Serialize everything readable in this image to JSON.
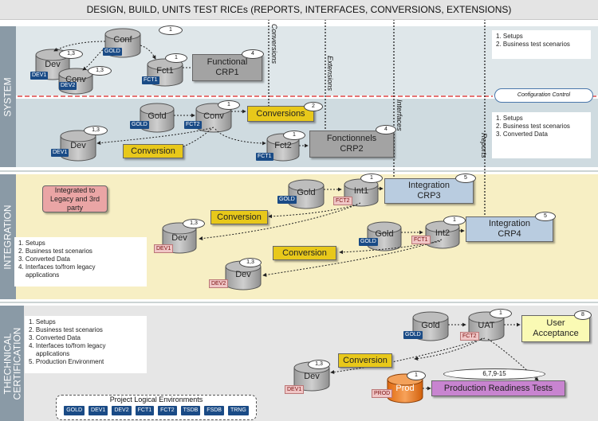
{
  "banner": "DESIGN, BUILD, UNITS TEST RICEs (REPORTS, INTERFACES, CONVERSIONS, EXTENSIONS)",
  "sections": {
    "system": "SYSTEM",
    "integration": "INTEGRATION",
    "technical": "THECHNICAL CERTIFICATION"
  },
  "colors": {
    "system_bg": "#dfe7ea",
    "integration_bg": "#f7efc4",
    "tech_bg": "#e6e6e6",
    "side_label": "#8a9aa6",
    "env_tag": "#1a4b86",
    "config_line": "#d62020",
    "conversion": "#e8c81a"
  },
  "flow_labels": {
    "conversions": "Conversions",
    "extensions": "Extensions",
    "interfaces": "Interfaces",
    "reports": "Reports"
  },
  "config_control": "Configuration Control",
  "system": {
    "notes1": [
      "1. Setups",
      "2. Business test scenarios"
    ],
    "notes2": [
      "1. Setups",
      "2. Business test scenarios",
      "3. Converted Data"
    ],
    "conf": {
      "label": "Conf",
      "tag": "GOLD",
      "num": "1"
    },
    "dev1": {
      "label": "Dev",
      "tag": "DEV1",
      "num": "1,3"
    },
    "conv": {
      "label": "Conv",
      "tag": "DEV2",
      "num": "1,3"
    },
    "fct1": {
      "label": "Fct1",
      "tag": "FCT1",
      "num": "1"
    },
    "crp1": {
      "label_line1": "Functional",
      "label_line2": "CRP1",
      "num": "4"
    },
    "gold": {
      "label": "Gold",
      "tag": "GOLD"
    },
    "conv2": {
      "label": "Conv",
      "tag": "FCT2",
      "num": "1"
    },
    "conversions_box": {
      "label": "Conversions",
      "num": "2"
    },
    "dev2": {
      "label": "Dev",
      "tag": "DEV1",
      "num": "1,3"
    },
    "conversion_box": "Conversion",
    "fct2": {
      "label": "Fct2",
      "tag": "FCT1",
      "num": "1"
    },
    "crp2": {
      "label_line1": "Fonctionnels",
      "label_line2": "CRP2",
      "num": "4"
    }
  },
  "integration": {
    "legacy_box": "Integrated to Legacy and 3rd party",
    "notes": [
      "1. Setups",
      "2. Business test scenarios",
      "3. Converted Data",
      "4. Interfaces to/from legacy",
      "applications"
    ],
    "gold1": {
      "label": "Gold",
      "tag": "GOLD"
    },
    "int1": {
      "label": "Int1",
      "tag": "FCT2",
      "num": "1"
    },
    "crp3": {
      "label_line1": "Integration",
      "label_line2": "CRP3",
      "num": "5"
    },
    "conversion1": "Conversion",
    "dev1": {
      "label": "Dev",
      "tag": "DEV1",
      "num": "1,3"
    },
    "gold2": {
      "label": "Gold",
      "tag": "GOLD"
    },
    "int2": {
      "label": "Int2",
      "tag": "FCT1",
      "num": "1"
    },
    "crp4": {
      "label_line1": "Integration",
      "label_line2": "CRP4",
      "num": "5"
    },
    "conversion2": "Conversion",
    "dev2": {
      "label": "Dev",
      "tag": "DEV2",
      "num": "1,3"
    }
  },
  "technical": {
    "notes": [
      "1. Setups",
      "2. Business test scenarios",
      "3. Converted Data",
      "4. Interfaces to/from legacy",
      "applications",
      "5. Production Environment"
    ],
    "gold": {
      "label": "Gold",
      "tag": "GOLD"
    },
    "uat": {
      "label": "UAT",
      "tag": "FCT2",
      "num": "1"
    },
    "user_acceptance": {
      "label_line1": "User",
      "label_line2": "Acceptance",
      "num": "8"
    },
    "conversion": "Conversion",
    "dev": {
      "label": "Dev",
      "tag": "DEV1",
      "num": "1,3"
    },
    "prod": {
      "label": "Prod",
      "tag": "PROD",
      "num": "1"
    },
    "oval": "6,7,9-15",
    "prt": "Production Readiness Tests"
  },
  "legend": {
    "title": "Project Logical Environments",
    "tags": [
      "GOLD",
      "DEV1",
      "DEV2",
      "FCT1",
      "FCT2",
      "TSDB",
      "FSDB",
      "TRNG"
    ]
  }
}
